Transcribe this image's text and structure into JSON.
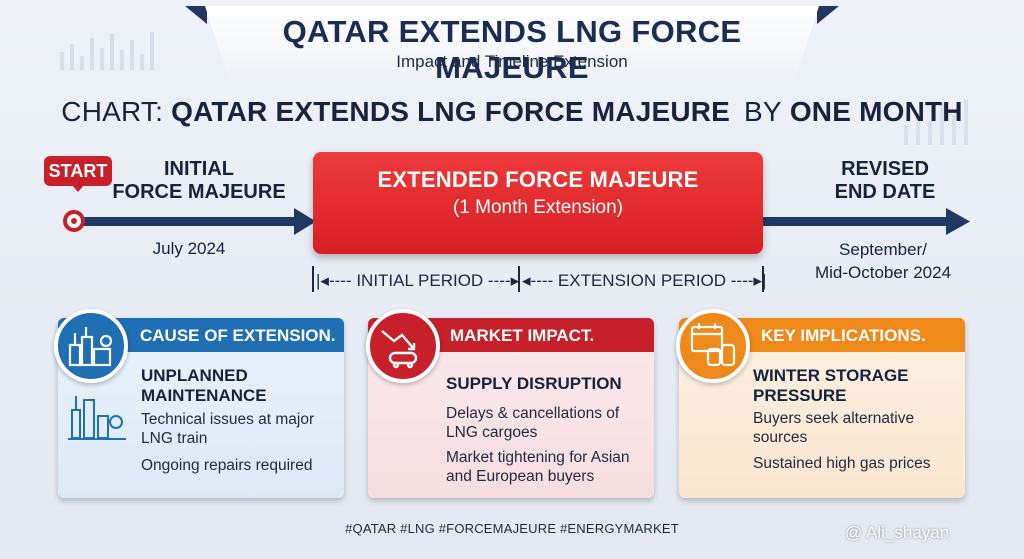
{
  "header": {
    "title": "QATAR EXTENDS LNG FORCE MAJEURE",
    "subtitle": "Impact and Timeline Extension"
  },
  "chart_heading": {
    "prefix": "CHART:",
    "bold1": "QATAR EXTENDS LNG FORCE MAJEURE",
    "mid": "BY",
    "bold2": "ONE MONTH"
  },
  "timeline": {
    "start_label": "START",
    "initial_label_1": "INITIAL",
    "initial_label_2": "FORCE MAJEURE",
    "initial_date": "July 2024",
    "extended_title": "EXTENDED FORCE MAJEURE",
    "extended_sub": "(1 Month Extension)",
    "revised_label_1": "REVISED",
    "revised_label_2": "END DATE",
    "revised_date_1": "September/",
    "revised_date_2": "Mid-October 2024",
    "initial_period": "|◂---- INITIAL PERIOD ----▸",
    "extension_period": "◂---- EXTENSION PERIOD ----▸|"
  },
  "cards": [
    {
      "heading": "CAUSE OF EXTENSION.",
      "subheading_1": "UNPLANNED",
      "subheading_2": "MAINTENANCE",
      "line1a": "Technical issues at major",
      "line1b": "LNG train",
      "line2": "Ongoing repairs required",
      "color": "#1f6fb4",
      "icon": "factory-icon"
    },
    {
      "heading": "MARKET IMPACT.",
      "subheading_1": "SUPPLY DISRUPTION",
      "line1a": "Delays & cancellations of",
      "line1b": "LNG cargoes",
      "line2a": "Market tightening for Asian",
      "line2b": "and European buyers",
      "color": "#c8202a",
      "icon": "falling-arrow-tanker-icon"
    },
    {
      "heading": "KEY IMPLICATIONS.",
      "subheading_1": "WINTER STORAGE",
      "subheading_2": "PRESSURE",
      "line1a": "Buyers seek alternative",
      "line1b": "sources",
      "line2": "Sustained high gas prices",
      "color": "#ef8a1a",
      "icon": "calendar-storage-tanks-icon"
    }
  ],
  "hashtags": "#QATAR #LNG #FORCEMAJEURE #ENERGYMARKET",
  "watermark": "@ Ali_shayan"
}
